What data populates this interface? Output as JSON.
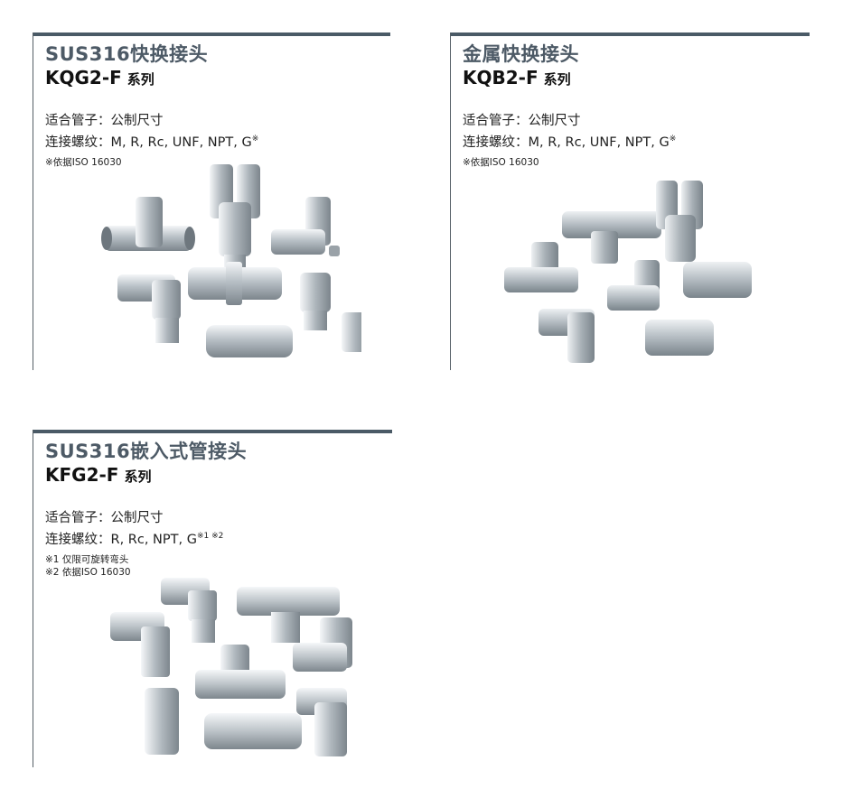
{
  "sections": [
    {
      "title": "SUS316快换接头",
      "model": "KQG2-F",
      "series_suffix": "系列",
      "tube_size": "适合管子：公制尺寸",
      "thread": "连接螺纹：M, R, Rc, UNF, NPT, G",
      "thread_mark": "※",
      "notes": [
        "※依据ISO 16030"
      ]
    },
    {
      "title": "金属快换接头",
      "model": "KQB2-F",
      "series_suffix": "系列",
      "tube_size": "适合管子：公制尺寸",
      "thread": "连接螺纹：M, R, Rc, UNF, NPT, G",
      "thread_mark": "※",
      "notes": [
        "※依据ISO 16030"
      ]
    },
    {
      "title": "SUS316嵌入式管接头",
      "model": "KFG2-F",
      "series_suffix": "系列",
      "tube_size": "适合管子：公制尺寸",
      "thread": "连接螺纹：R, Rc, NPT, G",
      "thread_mark": "※1 ※2",
      "notes": [
        "※1 仅限可旋转弯头",
        "※2 依据ISO 16030"
      ]
    }
  ],
  "colors": {
    "bar": "#4a5a66",
    "title": "#4d5a66",
    "metal_light": "#e8ebee",
    "metal_dark": "#8c959c"
  }
}
